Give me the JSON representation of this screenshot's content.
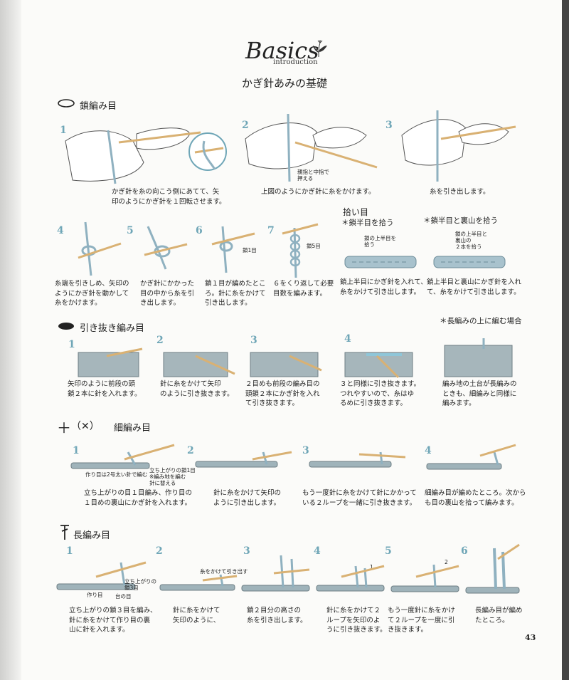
{
  "header": {
    "brand": "Basics",
    "brand_sub": "introduction",
    "subtitle": "かぎ針あみの基礎"
  },
  "sections": {
    "chain": {
      "title": "鎖編み目",
      "steps": [
        {
          "n": "1",
          "text": "かぎ針を糸の向こう側にあてて、矢\n印のようにかぎ針を１回転させます。"
        },
        {
          "n": "2",
          "text": "上図のようにかぎ針に糸をかけます。",
          "label": "親指と中指で\n押える"
        },
        {
          "n": "3",
          "text": "糸を引き出します。"
        },
        {
          "n": "4",
          "text": "糸端を引きしめ、矢印の\nようにかぎ針を動かして\n糸をかけます。"
        },
        {
          "n": "5",
          "text": "かぎ針にかかった\n目の中から糸を引\nき出します。"
        },
        {
          "n": "6",
          "text": "鎖１目が編めたとこ\nろ。針に糸をかけて\n引き出します。",
          "label": "鎖1目"
        },
        {
          "n": "7",
          "text": "６をくり返して必要\n目数を編みます。",
          "label": "鎖5目"
        }
      ],
      "pickup": {
        "title": "拾い目",
        "a": {
          "head": "＊鎖半目を拾う",
          "label": "鎖の上半目を\n拾う",
          "text": "鎖上半目にかぎ針を入れて、\n糸をかけて引き出します。"
        },
        "b": {
          "head": "＊鎖半目と裏山を拾う",
          "label": "鎖の上半目と\n裏山の\n２本を拾う",
          "text": "鎖上半目と裏山にかぎ針を入れ\nて、糸をかけて引き出します。"
        }
      }
    },
    "slip": {
      "title": "引き抜き編み目",
      "note": "＊長編みの上に編む場合",
      "steps": [
        {
          "n": "1",
          "text": "矢印のように前段の頭\n鎖２本に針を入れます。"
        },
        {
          "n": "2",
          "text": "針に糸をかけて矢印\nのように引き抜きます。"
        },
        {
          "n": "3",
          "text": "２目めも前段の編み目の\n頭鎖２本にかぎ針を入れ\nて引き抜きます。"
        },
        {
          "n": "4",
          "text": "３と同様に引き抜きます。\nつれやすいので、糸はゆ\nるめに引き抜きます。"
        },
        {
          "n": "",
          "text": "編み地の土台が長編みの\nときも、細編みと同様に\n編みます。"
        }
      ]
    },
    "single": {
      "symbol_plus": "＋",
      "symbol_x": "（✕）",
      "title": "細編み目",
      "steps": [
        {
          "n": "1",
          "text": "立ち上がりの目１目編み、作り目の\n１目めの裏山にかぎ針を入れます。",
          "label_a": "作り目は2号太い針で編む",
          "label_b": "立ち上がりの鎖1目\n※編み地を編む\n針に替える"
        },
        {
          "n": "2",
          "text": "針に糸をかけて矢印の\nように引き出します。"
        },
        {
          "n": "3",
          "text": "もう一度針に糸をかけて針にかかって\nいる２ループを一緒に引き抜きます。"
        },
        {
          "n": "4",
          "text": "細編み目が編めたところ。次から\nも目の裏山を拾って編みます。"
        }
      ]
    },
    "double": {
      "symbol": "干",
      "title": "長編み目",
      "steps": [
        {
          "n": "1",
          "text": "立ち上がりの鎖３目を編み、\n針に糸をかけて作り目の裏\n山に針を入れます。",
          "label_a": "作り目",
          "label_b": "台の目",
          "label_c": "立ち上がりの\n鎖3目"
        },
        {
          "n": "2",
          "text": "針に糸をかけて\n矢印のように、",
          "label": "糸をかけて引き出す"
        },
        {
          "n": "3",
          "text": "鎖２目分の高さの\n糸を引き出します。"
        },
        {
          "n": "4",
          "text": "針に糸をかけて２\nループを矢印のよ\nうに引き抜きます。",
          "label": "1"
        },
        {
          "n": "5",
          "text": "もう一度針に糸をかけ\nて２ループを一度に引\nき抜きます。",
          "label": "2"
        },
        {
          "n": "6",
          "text": "長編み目が編め\nたところ。"
        }
      ]
    }
  },
  "page_number": "43",
  "colors": {
    "accent": "#6fa6b7",
    "yarn": "#8fb1c0",
    "fabric": "#9aa8ad",
    "hook": "#d9b173",
    "text": "#222222"
  }
}
